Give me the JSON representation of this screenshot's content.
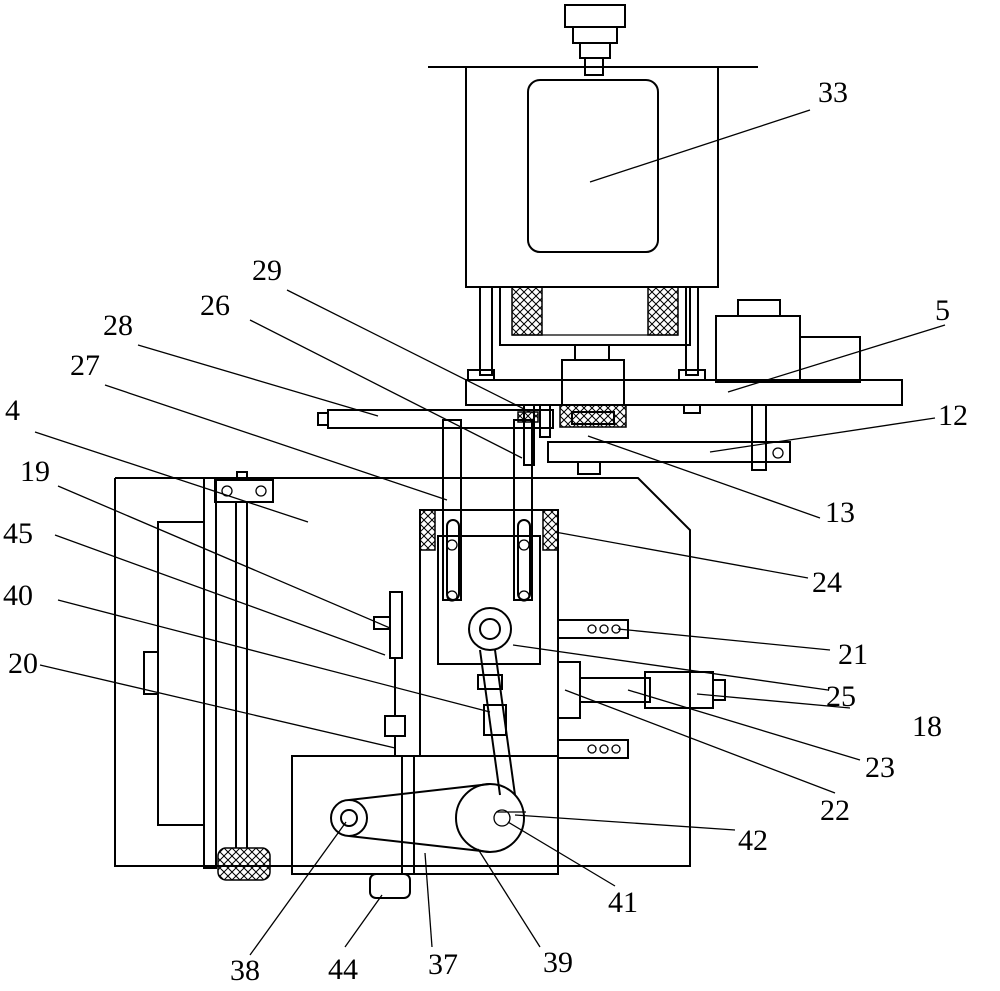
{
  "labels": {
    "l33": "33",
    "l29": "29",
    "l26": "26",
    "l28": "28",
    "l27": "27",
    "l4": "4",
    "l19": "19",
    "l45": "45",
    "l40": "40",
    "l20": "20",
    "l5": "5",
    "l12": "12",
    "l13": "13",
    "l24": "24",
    "l21": "21",
    "l25": "25",
    "l18": "18",
    "l23": "23",
    "l22": "22",
    "l42": "42",
    "l41": "41",
    "l39": "39",
    "l37": "37",
    "l44": "44",
    "l38": "38"
  }
}
